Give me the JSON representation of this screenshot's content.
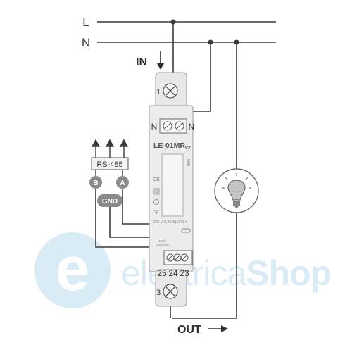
{
  "lines": {
    "l_label": "L",
    "n_label": "N"
  },
  "flow": {
    "in_label": "IN",
    "out_label": "OUT"
  },
  "meter": {
    "model": "LE-01MR",
    "model_suffix": "v2",
    "unit": "kWh",
    "rating": "230 V  0,25-5(100) A",
    "impulse_top": "1000",
    "impulse_bottom": "imp/kWh",
    "terminal_top": "1",
    "terminal_bottom": "3",
    "n_left": "N",
    "n_right": "N",
    "rs_terminals": [
      "25",
      "24",
      "23"
    ]
  },
  "bus": {
    "label": "RS-485",
    "b": "B",
    "a": "A",
    "gnd": "GND"
  },
  "load": {
    "icon": "light-bulb-icon"
  },
  "watermark": {
    "logo_letter": "e",
    "brand_part1": "electrica",
    "brand_part2": "Shop"
  },
  "colors": {
    "line": "#3a3a3a",
    "meter_body": "#ececec",
    "meter_border": "#9a9a9a",
    "watermark": "#cfe6f1"
  }
}
